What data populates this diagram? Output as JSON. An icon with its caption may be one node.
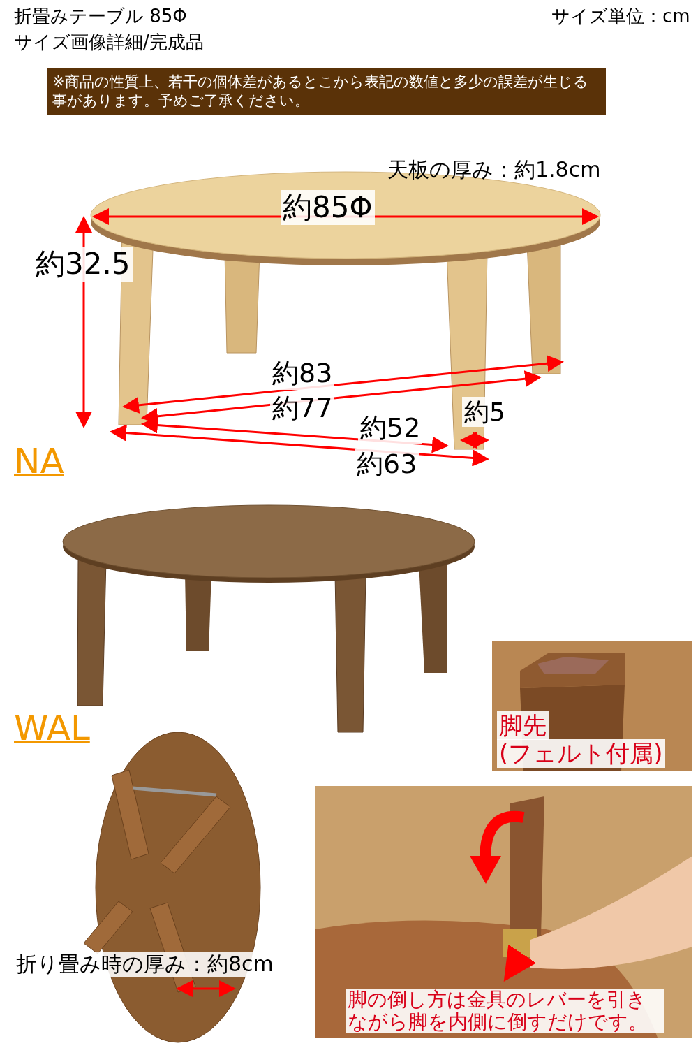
{
  "diagram": {
    "labels": [
      "折畳みテーブル 85Φ",
      "サイズ画像詳細/完成品",
      "サイズ単位：cm",
      "※商品の性質上、若干の個体差があるとこから表記の数値と多少の誤差が生じる事があります。予めご了承ください。",
      "天板の厚み：約1.8cm",
      "約85Φ",
      "約32.5",
      "約83",
      "約77",
      "約5",
      "約52",
      "約63",
      "NA",
      "WAL",
      "脚先",
      "(フェルト付属)",
      "折り畳み時の厚み：約8cm",
      "脚の倒し方は金具のレバーを引きながら脚を内側に倒すだけです。"
    ]
  }
}
